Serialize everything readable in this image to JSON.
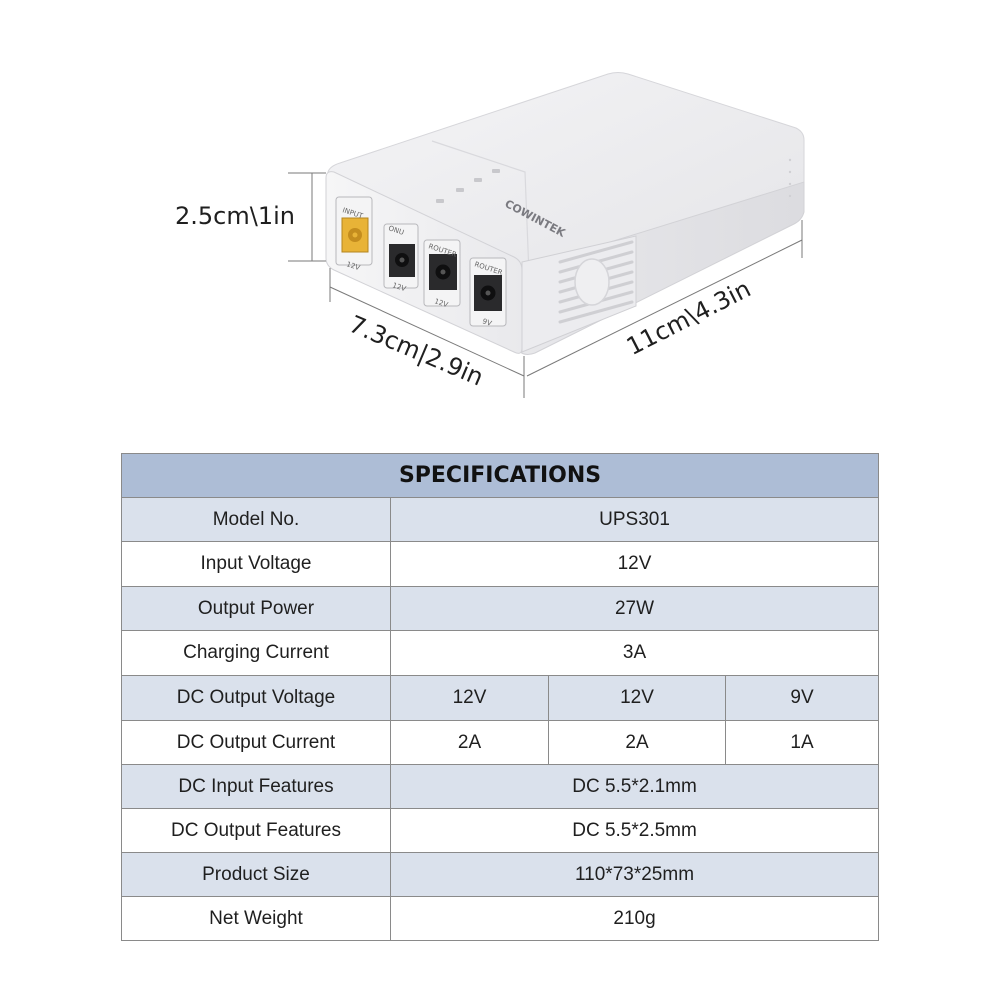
{
  "product": {
    "brand": "COWINTEK",
    "ports": {
      "input_label": "INPUT",
      "input_voltage": "12V",
      "ports": [
        {
          "label": "ONU",
          "voltage": "12V"
        },
        {
          "label": "ROUTER",
          "voltage": "12V"
        },
        {
          "label": "ROUTER",
          "voltage": "9V"
        }
      ]
    },
    "dimensions": {
      "height": "2.5cm\\1in",
      "width": "7.3cm|2.9in",
      "length": "11cm\\4.3in"
    },
    "colors": {
      "body": "#ececee",
      "input_port": "#e8b337"
    }
  },
  "specifications": {
    "title": "SPECIFICATIONS",
    "rows": [
      {
        "label": "Model No.",
        "values": [
          "UPS301"
        ]
      },
      {
        "label": "Input Voltage",
        "values": [
          "12V"
        ]
      },
      {
        "label": "Output Power",
        "values": [
          "27W"
        ]
      },
      {
        "label": "Charging Current",
        "values": [
          "3A"
        ]
      },
      {
        "label": "DC Output Voltage",
        "values": [
          "12V",
          "12V",
          "9V"
        ]
      },
      {
        "label": "DC Output Current",
        "values": [
          "2A",
          "2A",
          "1A"
        ]
      },
      {
        "label": "DC Input Features",
        "values": [
          "DC 5.5*2.1mm"
        ]
      },
      {
        "label": "DC Output Features",
        "values": [
          "DC 5.5*2.5mm"
        ]
      },
      {
        "label": "Product Size",
        "values": [
          "110*73*25mm"
        ]
      },
      {
        "label": "Net Weight",
        "values": [
          "210g"
        ]
      }
    ],
    "colors": {
      "header": "#adbdd6",
      "band": "#dae1ec",
      "border": "#8a8a8a"
    }
  }
}
